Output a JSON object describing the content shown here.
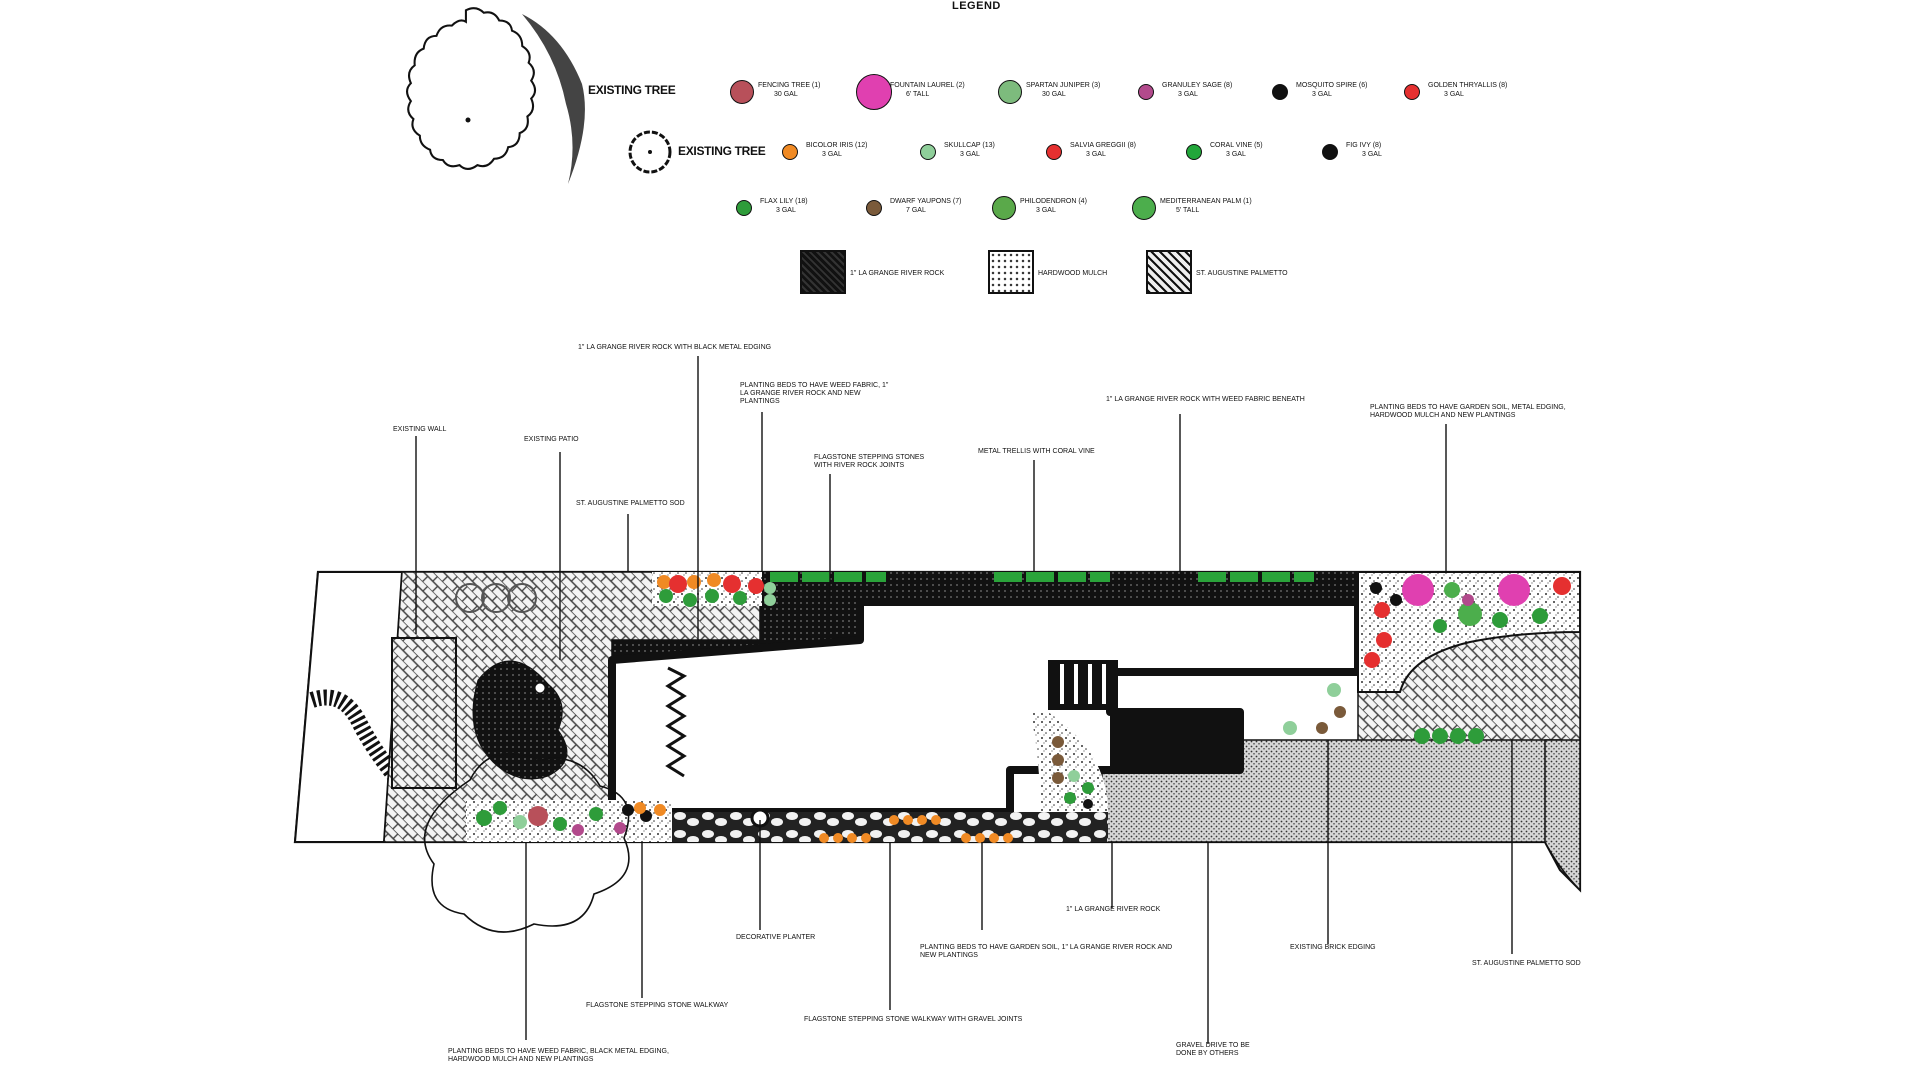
{
  "legend": {
    "title": "LEGEND",
    "existing_tree_large": "EXISTING TREE",
    "existing_tree_small": "EXISTING TREE",
    "plants": [
      {
        "label": "FENCING TREE (1)",
        "size": "30 GAL",
        "color": "#b8505a",
        "icon": "tree-hatched-icon"
      },
      {
        "label": "FOUNTAIN LAUREL (2)",
        "size": "6' TALL",
        "color": "#e040b0",
        "icon": "flower-pink-icon"
      },
      {
        "label": "SPARTAN JUNIPER (3)",
        "size": "30 GAL",
        "color": "#7dbb7d",
        "icon": "juniper-icon"
      },
      {
        "label": "GRANULEY SAGE (8)",
        "size": "3 GAL",
        "color": "#b24a8c",
        "icon": "sage-star-icon"
      },
      {
        "label": "MOSQUITO SPIRE (6)",
        "size": "3 GAL",
        "color": "#111111",
        "icon": "black-dot-icon"
      },
      {
        "label": "GOLDEN THRYALLIS (8)",
        "size": "3 GAL",
        "color": "#e53030",
        "icon": "red-flower-icon"
      },
      {
        "label": "BICOLOR IRIS (12)",
        "size": "3 GAL",
        "color": "#f08a24",
        "icon": "orange-dot-icon"
      },
      {
        "label": "SKULLCAP (13)",
        "size": "3 GAL",
        "color": "#8fcf9a",
        "icon": "light-green-dot-icon"
      },
      {
        "label": "SALVIA GREGGII (8)",
        "size": "3 GAL",
        "color": "#e53030",
        "icon": "red-ring-icon"
      },
      {
        "label": "CORAL VINE (5)",
        "size": "3 GAL",
        "color": "#22a63a",
        "icon": "vine-icon"
      },
      {
        "label": "FIG IVY (8)",
        "size": "3 GAL",
        "color": "#111111",
        "icon": "fig-ivy-icon"
      },
      {
        "label": "FLAX LILY (18)",
        "size": "3 GAL",
        "color": "#2e9c3a",
        "icon": "green-dot-icon"
      },
      {
        "label": "DWARF YAUPONS (7)",
        "size": "7 GAL",
        "color": "#7a5a3a",
        "icon": "brown-dot-icon"
      },
      {
        "label": "PHILODENDRON (4)",
        "size": "3 GAL",
        "color": "#5aa94a",
        "icon": "philodendron-icon"
      },
      {
        "label": "MEDITERRANEAN PALM (1)",
        "size": "5' TALL",
        "color": "#4cae4c",
        "icon": "palm-icon"
      }
    ],
    "materials": [
      {
        "label": "1\" LA GRANGE RIVER ROCK",
        "icon": "river-rock-swatch-icon"
      },
      {
        "label": "HARDWOOD MULCH",
        "icon": "mulch-swatch-icon"
      },
      {
        "label": "ST. AUGUSTINE PALMETTO",
        "icon": "sod-swatch-icon"
      }
    ]
  },
  "callouts": {
    "existing_wall": "EXISTING WALL",
    "existing_patio": "EXISTING PATIO",
    "river_rock_edging": "1\" LA GRANGE RIVER ROCK WITH BLACK METAL EDGING",
    "st_augustine_top": "ST. AUGUSTINE PALMETTO SOD",
    "beds_weed_fabric": "PLANTING BEDS TO HAVE WEED FABRIC, 1\" LA GRANGE RIVER ROCK AND NEW PLANTINGS",
    "flagstone_stepping": "FLAGSTONE STEPPING STONES WITH RIVER ROCK JOINTS",
    "metal_trellis": "METAL TRELLIS WITH CORAL VINE",
    "river_rock_fabric": "1\" LA GRANGE RIVER ROCK WITH WEED FABRIC BENEATH",
    "beds_garden_soil": "PLANTING BEDS TO HAVE GARDEN SOIL, METAL EDGING, HARDWOOD MULCH AND NEW PLANTINGS",
    "decorative_planter": "DECORATIVE PLANTER",
    "la_grange_rock": "1\" LA GRANGE RIVER ROCK",
    "beds_garden_soil_rock": "PLANTING BEDS TO HAVE GARDEN SOIL, 1\" LA GRANGE RIVER ROCK AND NEW PLANTINGS",
    "existing_brick": "EXISTING BRICK EDGING",
    "st_augustine_right": "ST. AUGUSTINE PALMETTO SOD",
    "flagstone_walkway": "FLAGSTONE STEPPING STONE WALKWAY",
    "flagstone_gravel": "FLAGSTONE STEPPING STONE WALKWAY WITH GRAVEL JOINTS",
    "gravel_drive": "GRAVEL DRIVE TO BE DONE BY OTHERS",
    "beds_bottom_left": "PLANTING BEDS TO HAVE WEED FABRIC, BLACK METAL EDGING, HARDWOOD MULCH AND NEW PLANTINGS"
  }
}
